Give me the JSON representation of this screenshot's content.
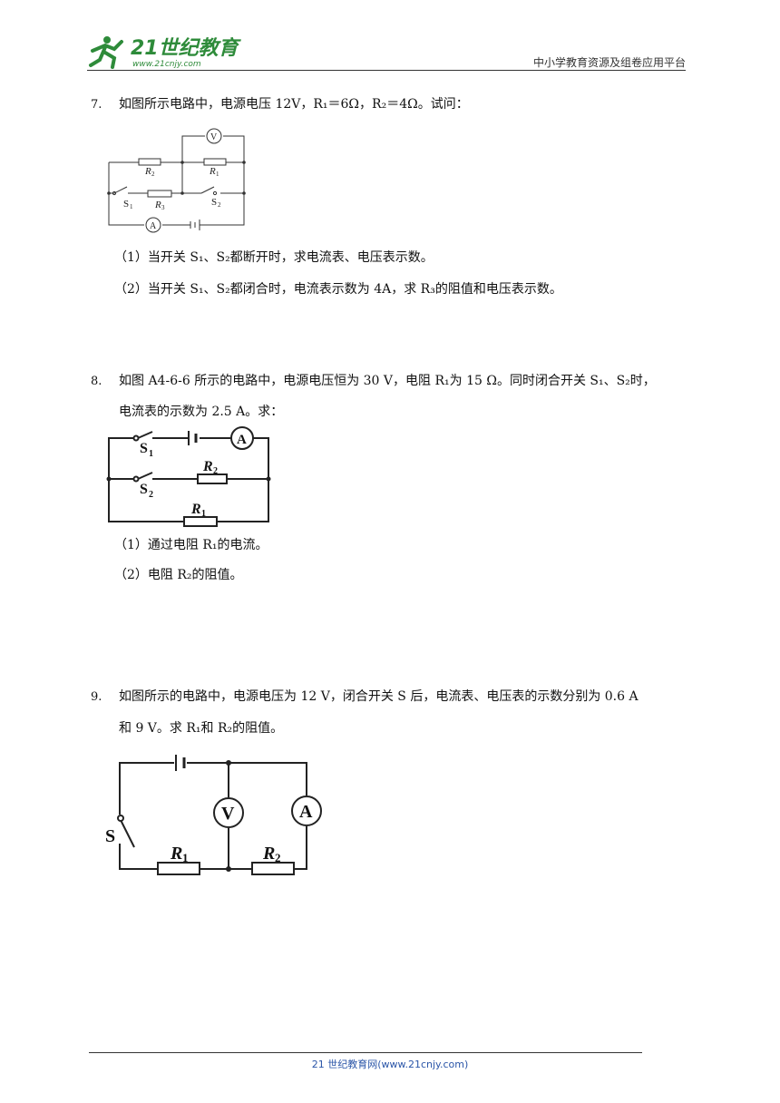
{
  "header": {
    "logo_text": "21世纪教育",
    "logo_url_text": "www.21cnjy.com",
    "right_text": "中小学教育资源及组卷应用平台"
  },
  "q7": {
    "number": "7.",
    "text": "如图所示电路中，电源电压 12V，R₁＝6Ω，R₂＝4Ω。试问：",
    "labels": {
      "v": "V",
      "a": "A",
      "r1": "R",
      "r1s": "1",
      "r2": "R",
      "r2s": "2",
      "r3": "R",
      "r3s": "3",
      "s1": "S",
      "s1s": "1",
      "s2": "S",
      "s2s": "2"
    },
    "sub1": "（1）当开关 S₁、S₂都断开时，求电流表、电压表示数。",
    "sub2": "（2）当开关 S₁、S₂都闭合时，电流表示数为 4A，求 R₃的阻值和电压表示数。"
  },
  "q8": {
    "number": "8.",
    "text1": "如图 A4-6-6 所示的电路中，电源电压恒为 30 V，电阻 R₁为 15 Ω。同时闭合开关 S₁、S₂时，",
    "text2": "电流表的示数为 2.5 A。求：",
    "labels": {
      "a": "A",
      "r1": "R",
      "r1s": "1",
      "r2": "R",
      "r2s": "2",
      "s1": "S",
      "s1s": "1",
      "s2": "S",
      "s2s": "2"
    },
    "sub1": "（1）通过电阻 R₁的电流。",
    "sub2": "（2）电阻 R₂的阻值。"
  },
  "q9": {
    "number": "9.",
    "text1": "如图所示的电路中，电源电压为 12 V，闭合开关 S 后，电流表、电压表的示数分别为 0.6 A",
    "text2": "和 9 V。求 R₁和 R₂的阻值。",
    "labels": {
      "v": "V",
      "a": "A",
      "s": "S",
      "r1": "R",
      "r1s": "1",
      "r2": "R",
      "r2s": "2"
    }
  },
  "footer": {
    "text": "21 世纪教育网(www.21cnjy.com)"
  }
}
